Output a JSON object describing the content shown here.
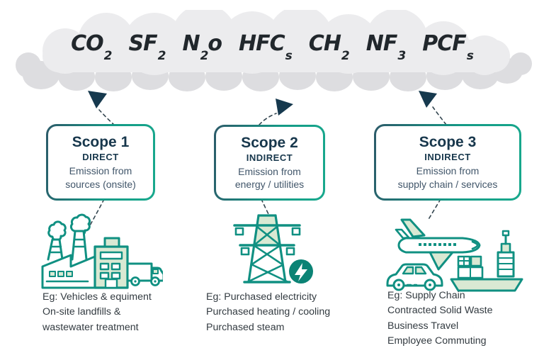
{
  "cloud": {
    "gases": [
      {
        "main": "CO",
        "sub": "2",
        "post": ""
      },
      {
        "main": "SF",
        "sub": "2",
        "post": ""
      },
      {
        "main": "N",
        "sub": "2",
        "post": "o"
      },
      {
        "main": "HFC",
        "sub": "s",
        "post": ""
      },
      {
        "main": "CH",
        "sub": "2",
        "post": ""
      },
      {
        "main": "NF",
        "sub": "3",
        "post": ""
      },
      {
        "main": "PCF",
        "sub": "s",
        "post": ""
      }
    ]
  },
  "scopes": [
    {
      "title": "Scope 1",
      "type": "DIRECT",
      "desc_line1": "Emission from",
      "desc_line2": "sources (onsite)",
      "icon": "factory-truck-icon",
      "examples": [
        "Eg: Vehicles & equiment",
        "On-site landfills &",
        "wastewater treatment"
      ]
    },
    {
      "title": "Scope 2",
      "type": "INDIRECT",
      "desc_line1": "Emission from",
      "desc_line2": "energy / utilities",
      "icon": "power-tower-icon",
      "examples": [
        "Eg: Purchased electricity",
        "Purchased heating / cooling",
        "Purchased steam"
      ]
    },
    {
      "title": "Scope 3",
      "type": "INDIRECT",
      "desc_line1": "Emission from",
      "desc_line2": "supply chain / services",
      "icon": "transport-icon",
      "examples": [
        "Eg: Supply Chain",
        "Contracted Solid Waste",
        "Business Travel",
        "Employee Commuting"
      ]
    }
  ],
  "colors": {
    "navy": "#17374c",
    "teal_stroke": "#109082",
    "light_green": "#d9e9d3",
    "badge_teal": "#0b8375",
    "border_gradient_start": "#2c5a69",
    "border_gradient_end": "#18a98d",
    "cloud_light": "#ececee",
    "cloud_dark": "#dddde0",
    "desc_gray": "#41566a",
    "example_text": "#333b41"
  }
}
